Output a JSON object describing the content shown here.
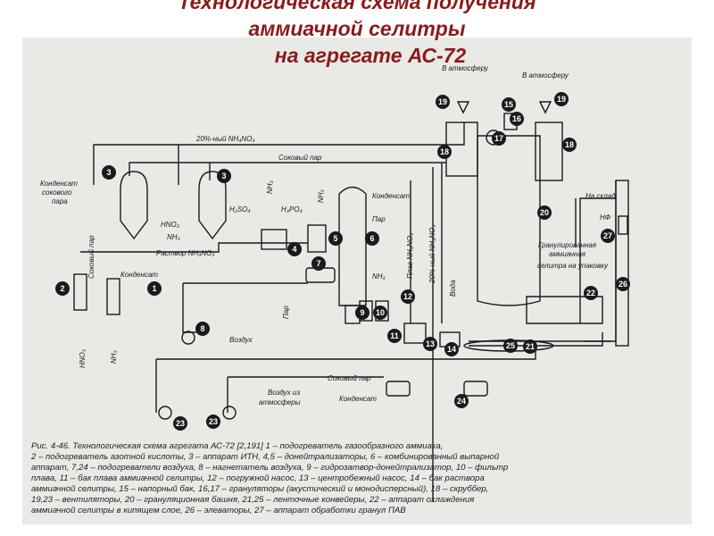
{
  "title": {
    "line1": "Технологическая схема получения",
    "line2": "аммиачной селитры",
    "line3": "на агрегате АС-72"
  },
  "labels": {
    "atm1": "В атмосферу",
    "atm2": "В атмосферу",
    "nitrate20": "20%-ный NH₄NO₃",
    "steam": "Соковый пар",
    "condensate_juice": "Конденсат сокового пара",
    "condensate_juice_l1": "Конденсат",
    "condensate_juice_l2": "сокового",
    "condensate_juice_l3": "пара",
    "hno3_a": "HNO₃",
    "nh3_a": "NH₃",
    "h2so4": "H₂SO₄",
    "h3po4": "H₃PO₄",
    "nh3_top": "NH₃",
    "nh3_top2": "NH₃",
    "condensate_mid": "Конденсат",
    "steam_par": "Пар",
    "steam_par2": "Пар",
    "solution": "Раствор NH₄NO₃",
    "juice_steam_vert": "Соковый пар",
    "condensate_left": "Конденсат",
    "air": "Воздух",
    "hno3_bottom": "HNO₃",
    "nh3_bottom": "NH₃",
    "nh3_mid": "NH₃",
    "melt": "Плав NH₄NO₃",
    "nitrate20_vert": "20%-ный NH₄NO₃",
    "water": "Вода",
    "to_storage": "На склад",
    "nf": "НФ",
    "granulated_l1": "Гранулированная",
    "granulated_l2": "аммиачная",
    "granulated_l3": "селитра на упаковку",
    "steam_low": "Соковый пар",
    "air_from_l1": "Воздух из",
    "air_from_l2": "атмосферы",
    "condensate_low": "Конденсат"
  },
  "equipment_numbers": [
    "1",
    "2",
    "3",
    "3",
    "4",
    "5",
    "6",
    "7",
    "8",
    "9",
    "10",
    "11",
    "12",
    "13",
    "14",
    "15",
    "16",
    "17",
    "18",
    "18",
    "19",
    "19",
    "20",
    "21",
    "22",
    "23",
    "23",
    "24",
    "25",
    "26",
    "27"
  ],
  "caption": {
    "line1": "Рис. 4-46.  Технологическая схема агрегата АС-72 [2,191]       1 – подогреватель газообразного аммиака,",
    "line2": "2 – подогреватель азотной кислоты, 3 – аппарат ИТН, 4,5 – донейтрализаторы, 6 – комбинированный выпарной",
    "line3": "аппарат, 7,24 – подогреватели воздуха, 8 – нагнетатель воздуха, 9 – гидрозатвор-донейтрализатор, 10 – фильтр",
    "line4": "плава, 11 – бак плава аммиачной селитры, 12 – погружной насос, 13 – центробежный насос, 14 – бак раствора",
    "line5": "аммиачной селитры, 15 – напорный бак, 16,17 – грануляторы (акустический и монодисперсный), 18 – скруббер,",
    "line6": "19,23 – вентиляторы, 20 – грануляционная башня, 21,25 – ленточные конвейеры, 22 – аппарат охлаждения",
    "line7": "аммиачной селитры в кипящем слое, 26 – элеваторы, 27 – аппарат обработки гранул ПАВ"
  }
}
